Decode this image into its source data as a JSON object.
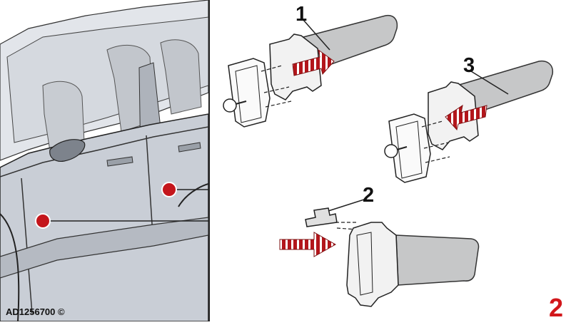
{
  "callouts": {
    "one": "1",
    "two": "2",
    "three": "3"
  },
  "figure_code": "AD1256700 ©",
  "page_number": "2",
  "colors": {
    "arrow_red": "#b3161b",
    "marker_red": "#c4161c",
    "page_number_red": "#d2171b",
    "car_body": "#c9ced6",
    "part_grey": "#c6c7c8"
  }
}
